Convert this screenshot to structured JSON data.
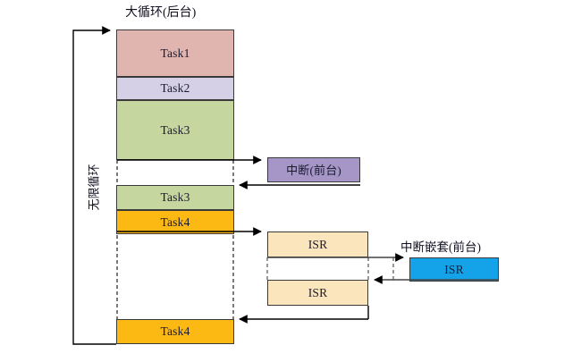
{
  "diagram": {
    "title_main": "大循环(后台)",
    "caption_interrupt": "中断(前台)",
    "caption_nested": "中断嵌套(前台)",
    "loop_label": "无限循环",
    "bottom_cut_label": "",
    "colors": {
      "task1": "#e0b5b0",
      "task2": "#d6d0e6",
      "task3": "#c5d69e",
      "task4": "#fdb913",
      "interrupt": "#a696c8",
      "isr": "#fbe5bd",
      "isr_nested": "#14a3e8",
      "outline": "#3a3a3a",
      "line": "#000000"
    },
    "main_column": {
      "blocks": [
        {
          "id": "task1",
          "label": "Task1",
          "color_key": "task1"
        },
        {
          "id": "task2",
          "label": "Task2",
          "color_key": "task2"
        },
        {
          "id": "task3a",
          "label": "Task3",
          "color_key": "task3"
        },
        {
          "id": "task3b",
          "label": "Task3",
          "color_key": "task3"
        },
        {
          "id": "task4a",
          "label": "Task4",
          "color_key": "task4"
        },
        {
          "id": "task4b",
          "label": "Task4",
          "color_key": "task4"
        }
      ]
    },
    "right_column": {
      "blocks": [
        {
          "id": "interrupt",
          "label": "中断(前台)",
          "color_key": "interrupt"
        },
        {
          "id": "isr_upper",
          "label": "ISR",
          "color_key": "isr"
        },
        {
          "id": "isr_lower",
          "label": "ISR",
          "color_key": "isr"
        },
        {
          "id": "isr_nested",
          "label": "ISR",
          "color_key": "isr_nested"
        }
      ]
    }
  }
}
